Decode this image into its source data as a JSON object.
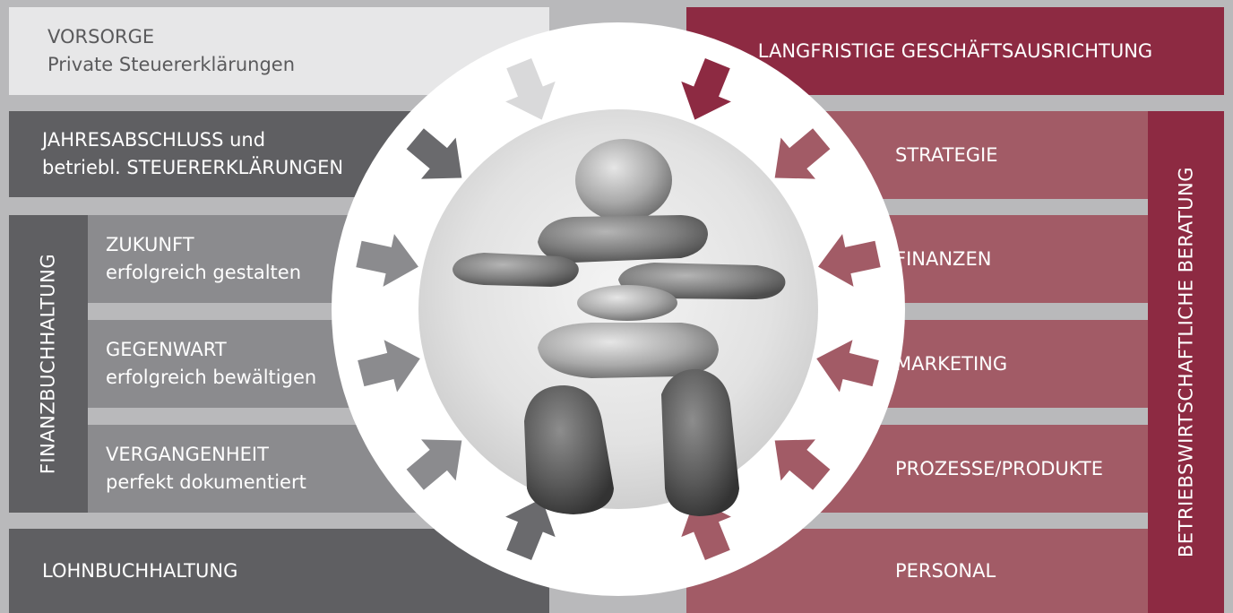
{
  "left": {
    "vorsorge": {
      "line1": "VORSORGE",
      "line2": "Private Steuererklärungen"
    },
    "jahresabschluss": {
      "line1": "JAHRESABSCHLUSS und",
      "line2": "betriebl. STEUERERKLÄRUNGEN"
    },
    "finanzbuchhaltung": {
      "label": "FINANZBUCHHALTUNG",
      "items": [
        {
          "title": "ZUKUNFT",
          "subtitle": "erfolgreich gestalten"
        },
        {
          "title": "GEGENWART",
          "subtitle": "erfolgreich bewältigen"
        },
        {
          "title": "VERGANGENHEIT",
          "subtitle": "perfekt dokumentiert"
        }
      ]
    },
    "lohnbuchhaltung": "LOHNBUCHHALTUNG"
  },
  "right": {
    "langfristig": "LANGFRISTIGE GESCHÄFTSAUSRICHTUNG",
    "beratung": {
      "label": "BETRIEBSWIRTSCHAFTLICHE BERATUNG",
      "items": [
        "STRATEGIE",
        "FINANZEN",
        "MARKETING",
        "PROZESSE/PRODUKTE",
        "PERSONAL"
      ]
    }
  },
  "colors": {
    "background": "#b9b9bb",
    "light_gray": "#e7e7e8",
    "dark_gray": "#5f5f62",
    "mid_gray": "#8b8b8e",
    "wine_dark": "#8d2a42",
    "wine_light": "#a25b66"
  },
  "icons": [
    "arrow-icon",
    "stone-figure-image"
  ]
}
